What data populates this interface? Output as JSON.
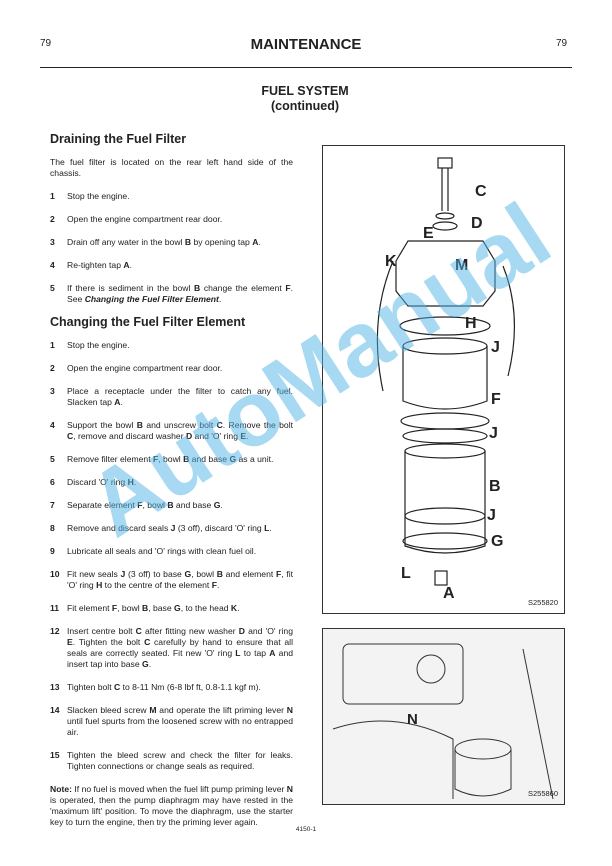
{
  "page_number_left": "79",
  "page_number_right": "79",
  "header": "MAINTENANCE",
  "title_line1": "FUEL SYSTEM",
  "title_line2": "(continued)",
  "section1": {
    "heading": "Draining the Fuel Filter",
    "intro": "The fuel filter is located on the rear left hand side of the chassis.",
    "steps": [
      {
        "n": "1",
        "seg": [
          {
            "t": "Stop the engine."
          }
        ]
      },
      {
        "n": "2",
        "seg": [
          {
            "t": "Open the engine compartment rear door."
          }
        ]
      },
      {
        "n": "3",
        "seg": [
          {
            "t": "Drain off any water in the bowl "
          },
          {
            "t": "B",
            "b": 1
          },
          {
            "t": " by opening tap "
          },
          {
            "t": "A",
            "b": 1
          },
          {
            "t": "."
          }
        ]
      },
      {
        "n": "4",
        "seg": [
          {
            "t": "Re-tighten tap "
          },
          {
            "t": "A",
            "b": 1
          },
          {
            "t": "."
          }
        ]
      },
      {
        "n": "5",
        "seg": [
          {
            "t": "If there is sediment in the bowl "
          },
          {
            "t": "B",
            "b": 1
          },
          {
            "t": " change the element "
          },
          {
            "t": "F",
            "b": 1
          },
          {
            "t": ". See "
          },
          {
            "t": "Changing the Fuel Filter Element",
            "bi": 1
          },
          {
            "t": "."
          }
        ]
      }
    ]
  },
  "section2": {
    "heading": "Changing the Fuel Filter Element",
    "steps": [
      {
        "n": "1",
        "seg": [
          {
            "t": "Stop the engine."
          }
        ]
      },
      {
        "n": "2",
        "seg": [
          {
            "t": "Open the engine compartment rear door."
          }
        ]
      },
      {
        "n": "3",
        "seg": [
          {
            "t": "Place a receptacle under the filter to catch any fuel. Slacken tap "
          },
          {
            "t": "A",
            "b": 1
          },
          {
            "t": "."
          }
        ]
      },
      {
        "n": "4",
        "seg": [
          {
            "t": "Support the bowl "
          },
          {
            "t": "B",
            "b": 1
          },
          {
            "t": " and unscrew bolt "
          },
          {
            "t": "C",
            "b": 1
          },
          {
            "t": ". Remove the bolt "
          },
          {
            "t": "C",
            "b": 1
          },
          {
            "t": ", remove and discard washer "
          },
          {
            "t": "D",
            "b": 1
          },
          {
            "t": " and 'O' ring "
          },
          {
            "t": "E",
            "b": 1
          },
          {
            "t": "."
          }
        ]
      },
      {
        "n": "5",
        "seg": [
          {
            "t": "Remove filter element "
          },
          {
            "t": "F",
            "b": 1
          },
          {
            "t": ", bowl "
          },
          {
            "t": "B",
            "b": 1
          },
          {
            "t": " and base "
          },
          {
            "t": "G",
            "b": 1
          },
          {
            "t": " as a unit."
          }
        ]
      },
      {
        "n": "6",
        "seg": [
          {
            "t": "Discard 'O' ring "
          },
          {
            "t": "H",
            "b": 1
          },
          {
            "t": "."
          }
        ]
      },
      {
        "n": "7",
        "seg": [
          {
            "t": "Separate element "
          },
          {
            "t": "F",
            "b": 1
          },
          {
            "t": ", bowl "
          },
          {
            "t": "B",
            "b": 1
          },
          {
            "t": " and base "
          },
          {
            "t": "G",
            "b": 1
          },
          {
            "t": "."
          }
        ]
      },
      {
        "n": "8",
        "seg": [
          {
            "t": "Remove and discard seals "
          },
          {
            "t": "J",
            "b": 1
          },
          {
            "t": " (3 off), discard 'O' ring "
          },
          {
            "t": "L",
            "b": 1
          },
          {
            "t": "."
          }
        ]
      },
      {
        "n": "9",
        "seg": [
          {
            "t": "Lubricate all seals and 'O' rings with clean fuel oil."
          }
        ]
      },
      {
        "n": "10",
        "seg": [
          {
            "t": "Fit new seals "
          },
          {
            "t": "J",
            "b": 1
          },
          {
            "t": " (3 off) to base "
          },
          {
            "t": "G",
            "b": 1
          },
          {
            "t": ", bowl "
          },
          {
            "t": "B",
            "b": 1
          },
          {
            "t": " and element "
          },
          {
            "t": "F",
            "b": 1
          },
          {
            "t": ", fit 'O' ring "
          },
          {
            "t": "H",
            "b": 1
          },
          {
            "t": " to the centre of the element "
          },
          {
            "t": "F",
            "b": 1
          },
          {
            "t": "."
          }
        ]
      },
      {
        "n": "11",
        "seg": [
          {
            "t": "Fit element "
          },
          {
            "t": "F",
            "b": 1
          },
          {
            "t": ", bowl "
          },
          {
            "t": "B",
            "b": 1
          },
          {
            "t": ", base "
          },
          {
            "t": "G",
            "b": 1
          },
          {
            "t": ", to the head "
          },
          {
            "t": "K",
            "b": 1
          },
          {
            "t": "."
          }
        ]
      },
      {
        "n": "12",
        "seg": [
          {
            "t": "Insert centre bolt "
          },
          {
            "t": "C",
            "b": 1
          },
          {
            "t": " after fitting new washer "
          },
          {
            "t": "D",
            "b": 1
          },
          {
            "t": " and 'O' ring "
          },
          {
            "t": "E",
            "b": 1
          },
          {
            "t": ". Tighten the bolt "
          },
          {
            "t": "C",
            "b": 1
          },
          {
            "t": " carefully by hand to ensure that all seals are correctly seated. Fit new 'O' ring "
          },
          {
            "t": "L",
            "b": 1
          },
          {
            "t": " to tap "
          },
          {
            "t": "A",
            "b": 1
          },
          {
            "t": " and insert tap into base "
          },
          {
            "t": "G",
            "b": 1
          },
          {
            "t": "."
          }
        ]
      },
      {
        "n": "13",
        "seg": [
          {
            "t": "Tighten bolt "
          },
          {
            "t": "C",
            "b": 1
          },
          {
            "t": " to 8-11 Nm (6-8 lbf ft, 0.8-1.1 kgf m)."
          }
        ]
      },
      {
        "n": "14",
        "seg": [
          {
            "t": "Slacken bleed screw "
          },
          {
            "t": "M",
            "b": 1
          },
          {
            "t": " and operate the lift priming lever "
          },
          {
            "t": "N",
            "b": 1
          },
          {
            "t": " until fuel spurts from the loosened screw with no entrapped air."
          }
        ]
      },
      {
        "n": "15",
        "seg": [
          {
            "t": "Tighten the bleed screw and check the filter for leaks. Tighten connections or change seals as required."
          }
        ]
      }
    ],
    "note_label": "Note:",
    "note_seg": [
      {
        "t": " If no fuel is moved when the fuel lift pump priming lever "
      },
      {
        "t": "N",
        "b": 1
      },
      {
        "t": " is operated, then the pump diaphragm may have rested in the 'maximum lift' position. To move the diaphragm, use the starter key to turn the engine, then try the priming lever again."
      }
    ]
  },
  "figure1": {
    "caption": "S255820",
    "labels": [
      "C",
      "D",
      "E",
      "K",
      "M",
      "H",
      "J",
      "F",
      "J",
      "B",
      "J",
      "G",
      "L",
      "A"
    ]
  },
  "figure2": {
    "caption": "S255860",
    "labels": [
      "N"
    ]
  },
  "watermark": "AutoManual",
  "footer": "4150-1"
}
